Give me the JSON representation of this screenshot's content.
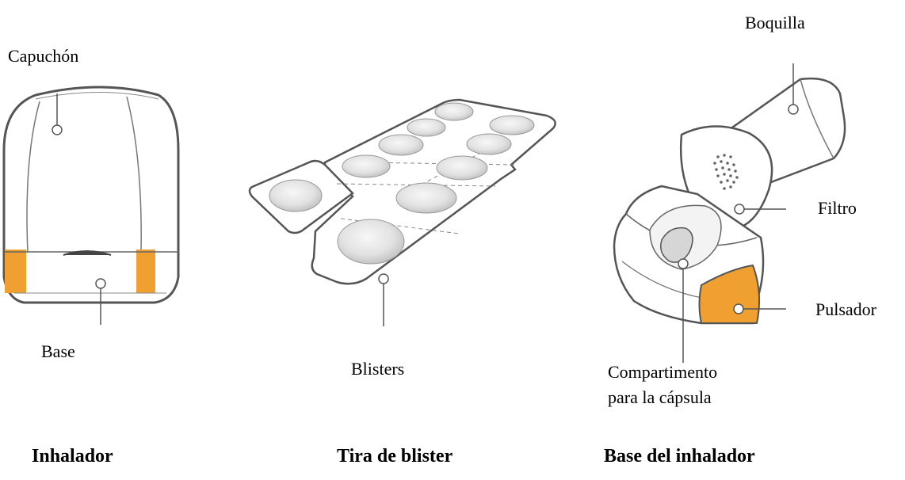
{
  "labels": {
    "capuchon": "Capuchón",
    "base": "Base",
    "blisters": "Blisters",
    "boquilla": "Boquilla",
    "filtro": "Filtro",
    "pulsador": "Pulsador",
    "compartimento_line1": "Compartimento",
    "compartimento_line2": "para la cápsula"
  },
  "captions": {
    "inhalador": "Inhalador",
    "tira": "Tira de blister",
    "base_inhalador": "Base del inhalador"
  },
  "colors": {
    "accent": "#F0A030",
    "outline": "#555555",
    "blister_fill": "#E3E3E3"
  }
}
